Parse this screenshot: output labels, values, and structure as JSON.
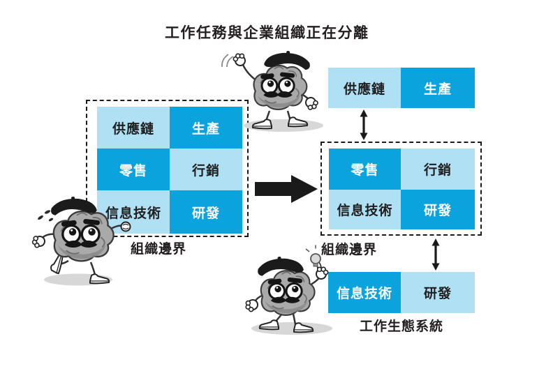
{
  "colors": {
    "cell-dark": "#0ba3dd",
    "cell-light": "#b0e0f4",
    "ink": "#231f20"
  },
  "title": "工作任務與企業組織正在分離",
  "left_org": {
    "boundary_label": "組織邊界",
    "cells": [
      {
        "label": "供應鏈",
        "tone": "light"
      },
      {
        "label": "生產",
        "tone": "dark"
      },
      {
        "label": "零售",
        "tone": "dark"
      },
      {
        "label": "行銷",
        "tone": "light"
      },
      {
        "label": "信息技術",
        "tone": "light"
      },
      {
        "label": "研發",
        "tone": "dark"
      }
    ]
  },
  "detached_row": {
    "cells": [
      {
        "label": "供應鏈",
        "tone": "light"
      },
      {
        "label": "生產",
        "tone": "dark"
      }
    ]
  },
  "right_org": {
    "boundary_label": "組織邊界",
    "cells": [
      {
        "label": "零售",
        "tone": "dark"
      },
      {
        "label": "行銷",
        "tone": "light"
      },
      {
        "label": "信息技術",
        "tone": "light"
      },
      {
        "label": "研發",
        "tone": "dark"
      }
    ]
  },
  "ecosystem_row": {
    "caption": "工作生態系統",
    "cells": [
      {
        "label": "信息技術",
        "tone": "dark"
      },
      {
        "label": "研發",
        "tone": "light"
      }
    ]
  }
}
